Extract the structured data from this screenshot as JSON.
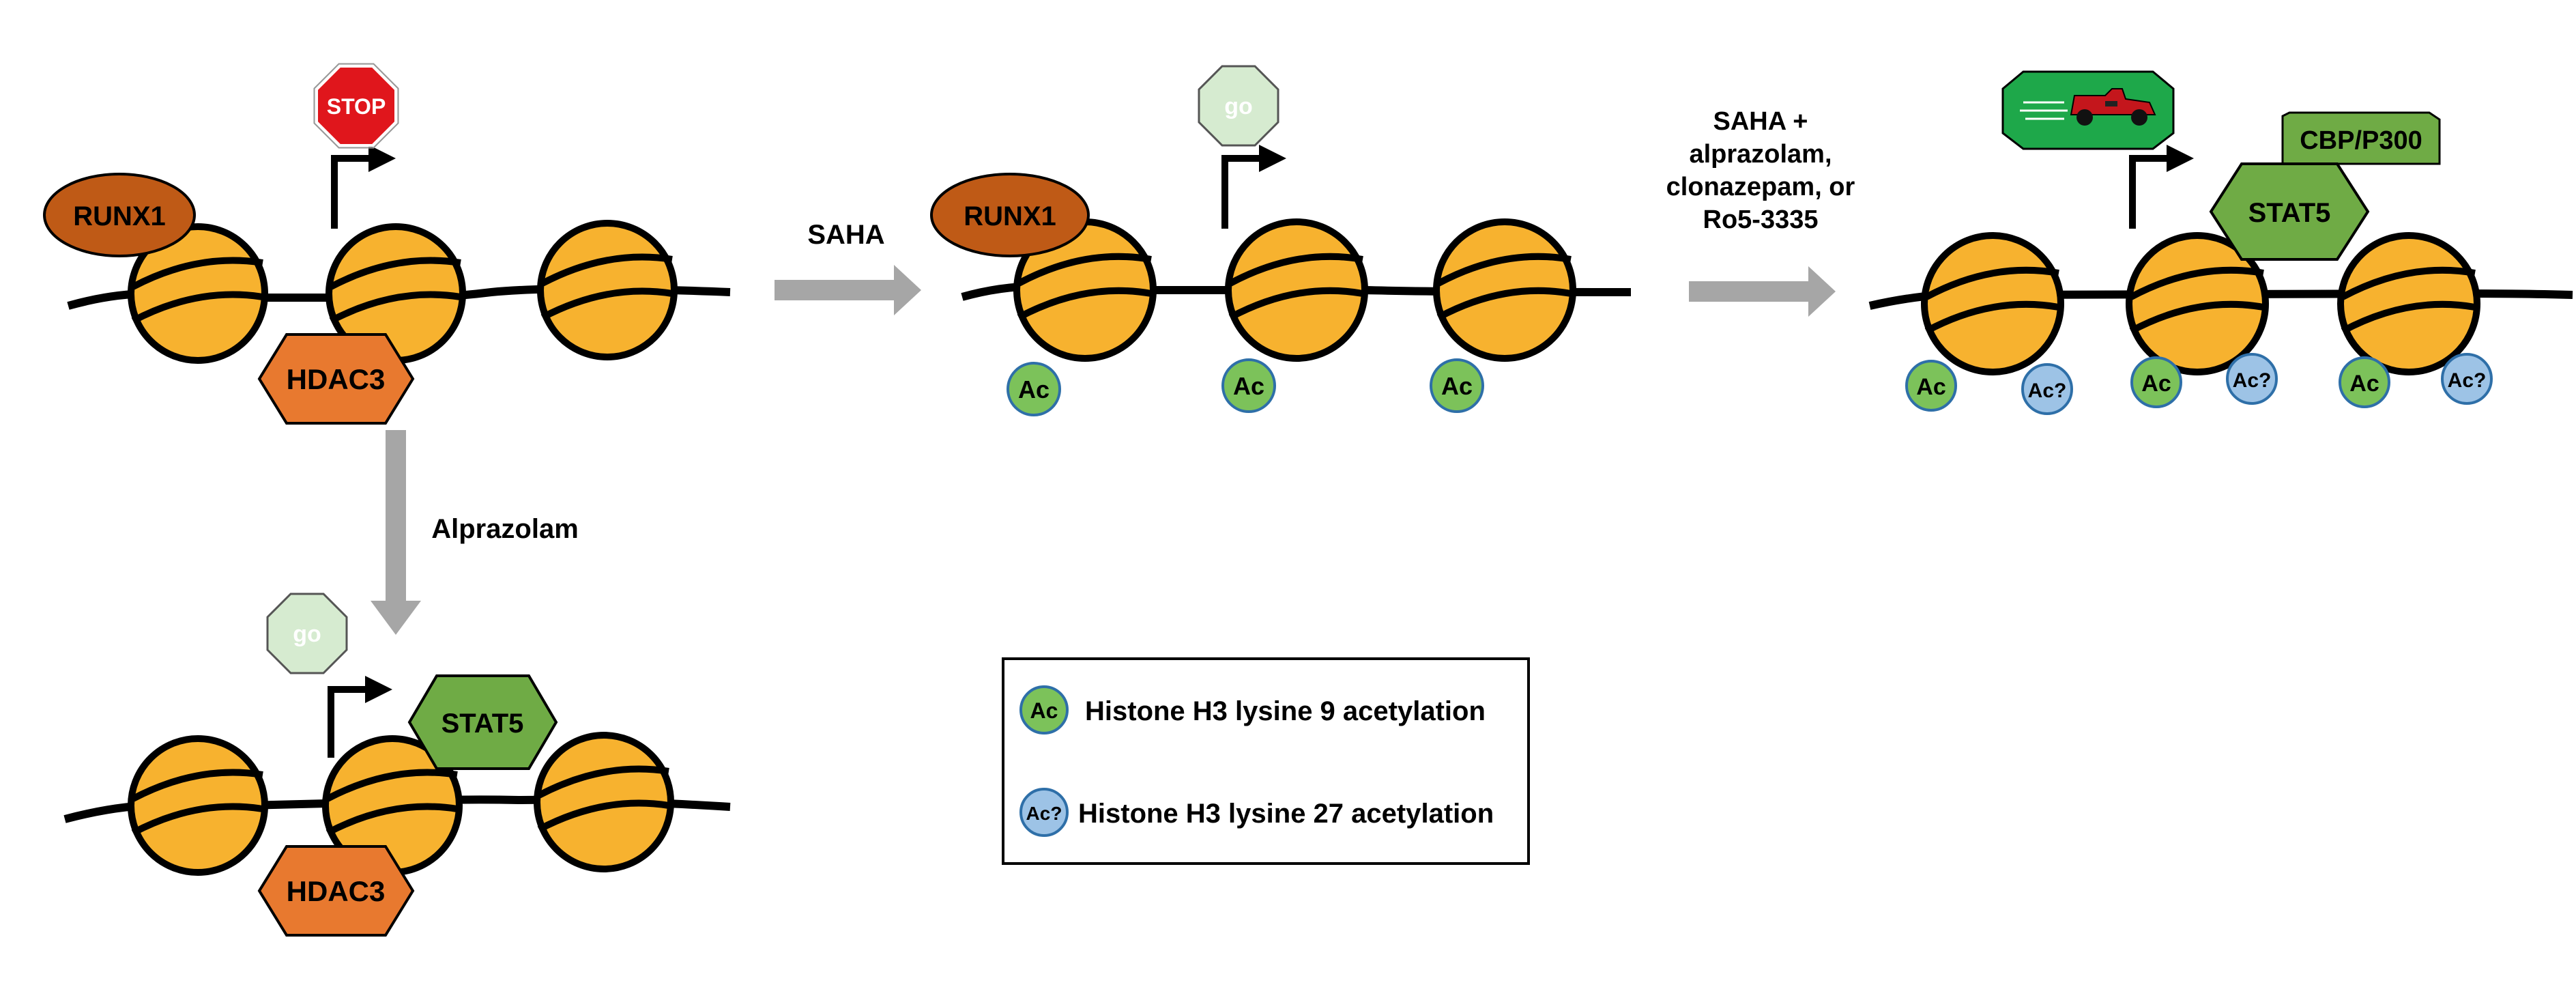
{
  "colors": {
    "nucleosome": "#F7B22F",
    "dna": "#000000",
    "runx1": "#BF5A16",
    "hdac3": "#E8792F",
    "stat5": "#6FAB45",
    "cbp": "#6FAB45",
    "stop": "#E0161C",
    "go": "#D6EBD0",
    "fast": "#1EA84A",
    "ac_green": "#7CC25A",
    "ac_blue": "#9DC3E6",
    "arrow": "#A6A6A6"
  },
  "labels": {
    "runx1": "RUNX1",
    "hdac3": "HDAC3",
    "stat5": "STAT5",
    "cbp": "CBP/P300",
    "stop": "STOP",
    "go": "go",
    "ac": "Ac",
    "ac_q": "Ac?"
  },
  "arrows": {
    "saha": "SAHA",
    "alprazolam": "Alprazolam",
    "combo_line1": "SAHA +",
    "combo_line2": "alprazolam,",
    "combo_line3": "clonazepam, or",
    "combo_line4": "Ro5-3335"
  },
  "legend": {
    "h3k9": "Histone H3 lysine 9 acetylation",
    "h3k27": "Histone H3 lysine 27 acetylation"
  },
  "icons": {
    "stop_sign": "stop-sign-icon",
    "go_sign": "go-sign-icon",
    "race_car": "race-car-icon",
    "tss_arrow": "transcription-start-arrow-icon"
  }
}
